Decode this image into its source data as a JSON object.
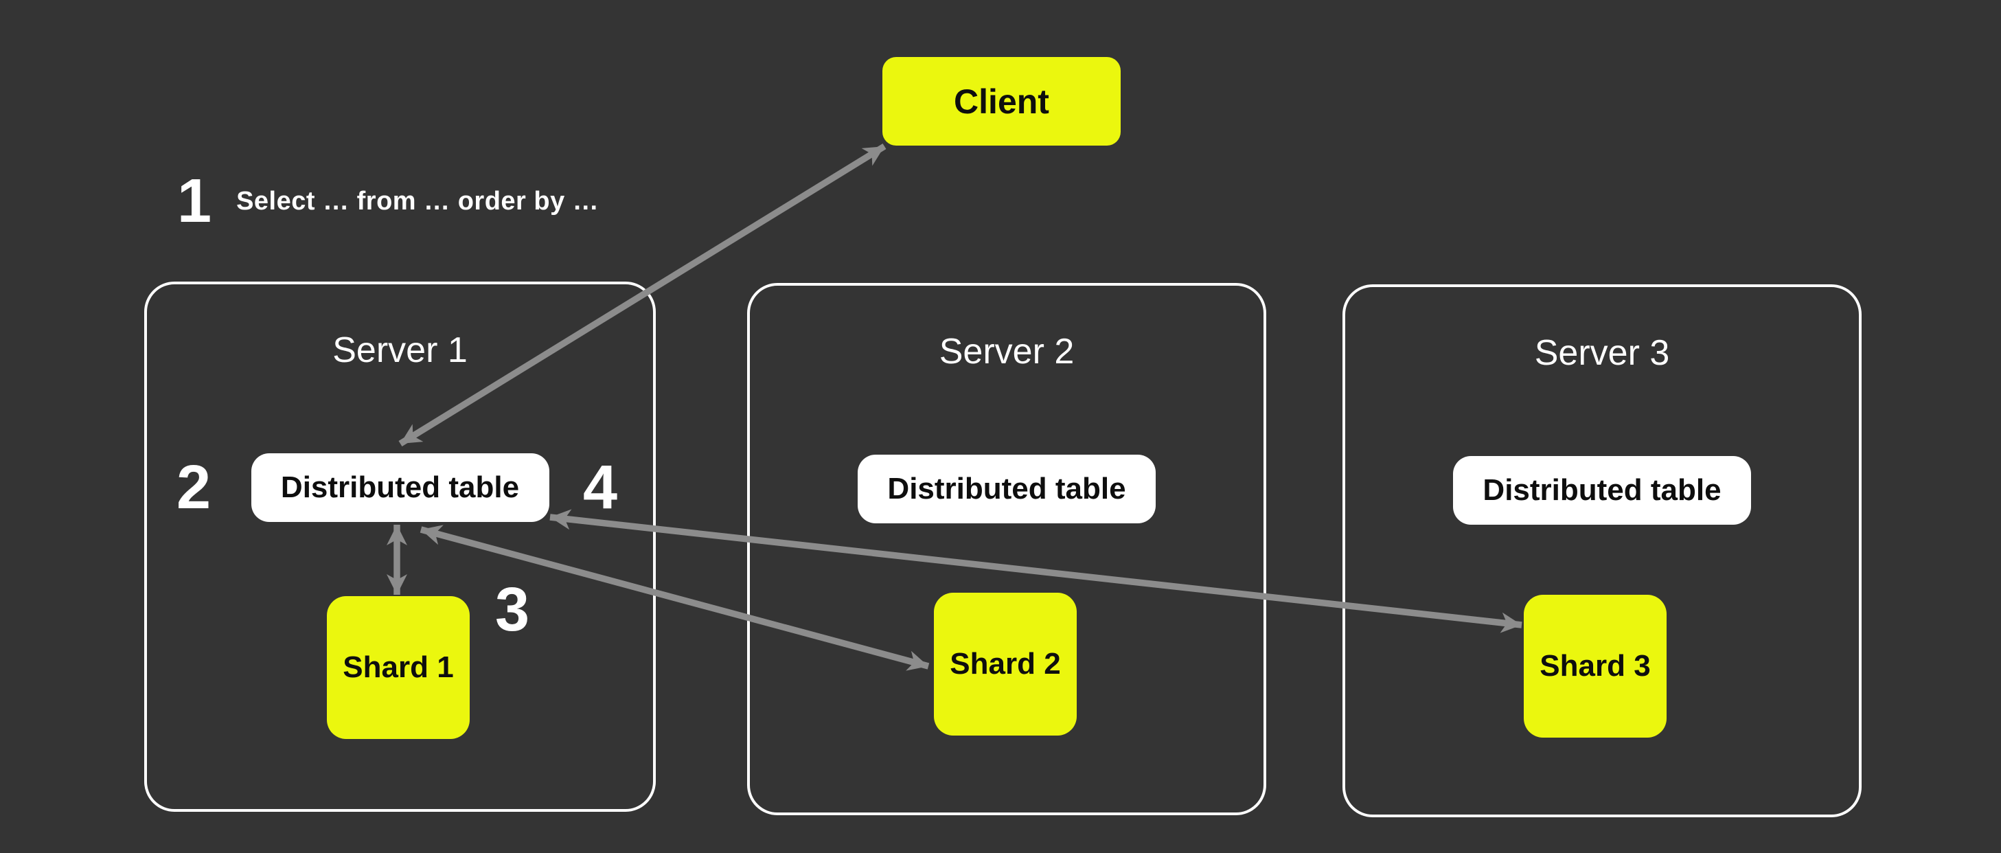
{
  "colors": {
    "background": "#343434",
    "surface_white": "#ffffff",
    "accent_yellow": "#ebf70e",
    "arrow_gray": "#8c8c8c",
    "text_dark": "#0e0e0e",
    "text_light": "#ffffff"
  },
  "diagram": {
    "client": {
      "label": "Client"
    },
    "legend": {
      "number": "1",
      "query": "Select … from … order by …"
    },
    "step_labels": {
      "two": "2",
      "three": "3",
      "four": "4"
    },
    "servers": [
      {
        "title": "Server 1",
        "table_label": "Distributed table",
        "shard_label": "Shard 1"
      },
      {
        "title": "Server 2",
        "table_label": "Distributed table",
        "shard_label": "Shard 2"
      },
      {
        "title": "Server 3",
        "table_label": "Distributed table",
        "shard_label": "Shard 3"
      }
    ],
    "arrows": [
      {
        "name": "client-distributed-table",
        "bidirectional": true
      },
      {
        "name": "distributed-table-shard-1",
        "bidirectional": true
      },
      {
        "name": "distributed-table-shard-2",
        "bidirectional": true
      },
      {
        "name": "distributed-table-shard-3",
        "bidirectional": true
      }
    ]
  }
}
